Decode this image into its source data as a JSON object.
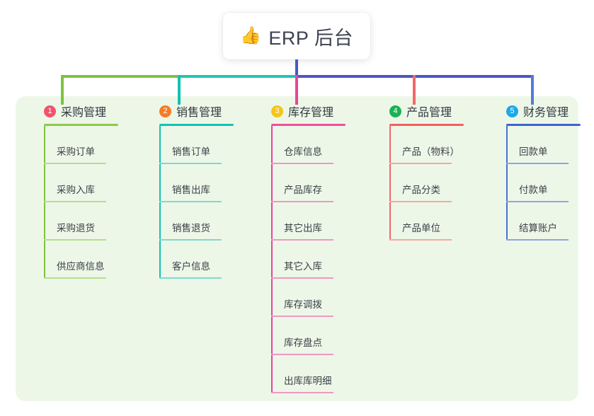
{
  "root": {
    "icon": "thumbs-up-icon",
    "emoji": "👍",
    "title": "ERP 后台"
  },
  "palette": {
    "panel_bg": "#edf7e8",
    "page_bg": "#ffffff",
    "text": "#3b4149",
    "root_line": "#4b57c4",
    "bar_green": "#7fc241",
    "bar_teal": "#1ec8b0",
    "bar_indigo": "#4b57c4"
  },
  "columns": [
    {
      "number": "1",
      "title": "采购管理",
      "badge_color": "#f1536e",
      "line_color": "#7fc241",
      "rule_color": "#8cc84b",
      "leaf_rule_color": "#b5dd8e",
      "drop_color": "#7fc241",
      "items": [
        "采购订单",
        "采购入库",
        "采购退货",
        "供应商信息"
      ]
    },
    {
      "number": "2",
      "title": "销售管理",
      "badge_color": "#f47b28",
      "line_color": "#13c2b0",
      "rule_color": "#13c2b0",
      "leaf_rule_color": "#7ed9cf",
      "drop_color": "#13c2b0",
      "items": [
        "销售订单",
        "销售出库",
        "销售退货",
        "客户信息"
      ]
    },
    {
      "number": "3",
      "title": "库存管理",
      "badge_color": "#f5c518",
      "line_color": "#e8459a",
      "rule_color": "#ee4e9b",
      "leaf_rule_color": "#f197c4",
      "drop_color": "#e8459a",
      "items": [
        "仓库信息",
        "产品库存",
        "其它出库",
        "其它入库",
        "库存调拨",
        "库存盘点",
        "出库库明细"
      ]
    },
    {
      "number": "4",
      "title": "产品管理",
      "badge_color": "#19b255",
      "line_color": "#f2686b",
      "rule_color": "#f4605f",
      "leaf_rule_color": "#f7a7a4",
      "drop_color": "#f2686b",
      "items": [
        "产品（物料）",
        "产品分类",
        "产品单位"
      ]
    },
    {
      "number": "5",
      "title": "财务管理",
      "badge_color": "#1ba9e8",
      "line_color": "#4b6fd0",
      "rule_color": "#3f63cc",
      "leaf_rule_color": "#8fa5e0",
      "drop_color": "#5a79d6",
      "items": [
        "回款单",
        "付款单",
        "结算账户"
      ]
    }
  ]
}
